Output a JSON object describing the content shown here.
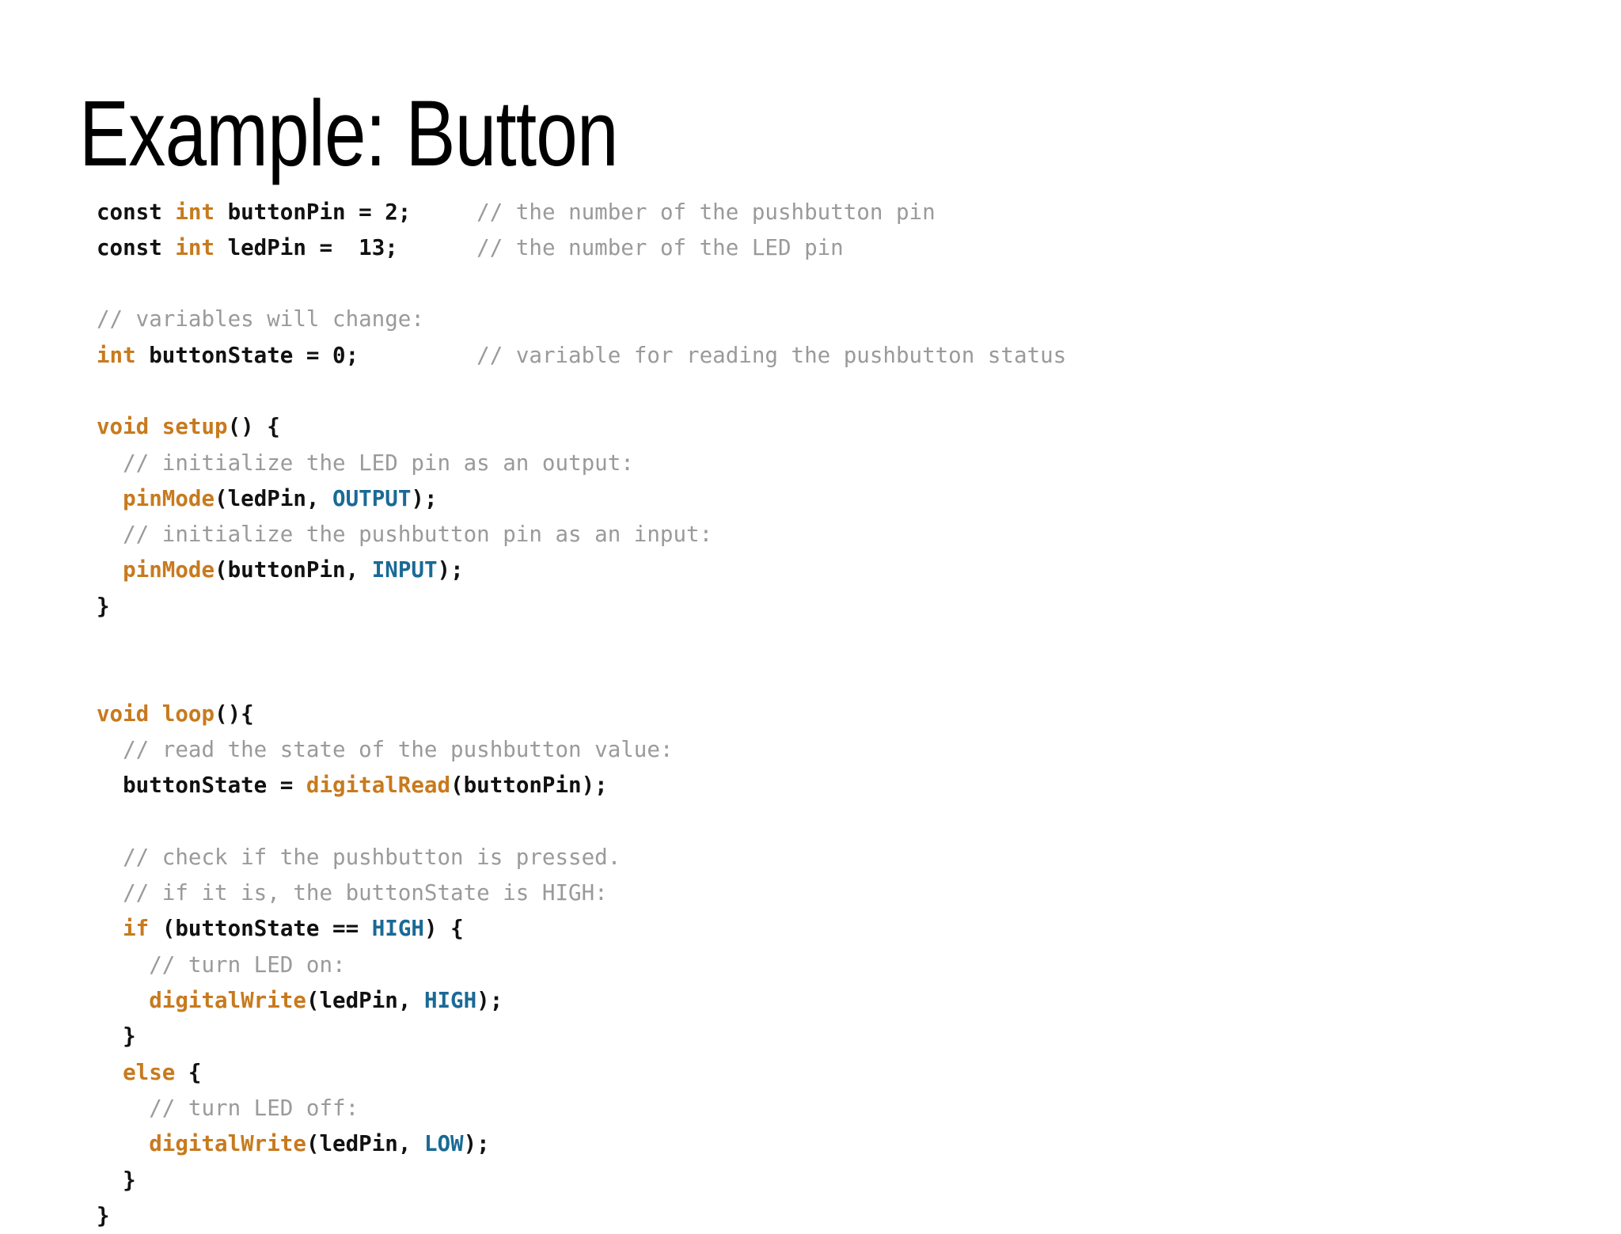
{
  "slide": {
    "title": "Example: Button",
    "colors": {
      "background": "#ffffff",
      "title_text": "#000000",
      "keyword_orange": "#c87a1e",
      "constant_blue": "#1a6a96",
      "comment_gray": "#9a9a9a",
      "code_text": "#111111"
    }
  },
  "code": {
    "language": "arduino",
    "lines": [
      {
        "id": "l1",
        "segments": [
          {
            "t": "plain",
            "s": "const "
          },
          {
            "t": "kw",
            "s": "int"
          },
          {
            "t": "plain",
            "s": " buttonPin = 2;"
          },
          {
            "t": "plain",
            "s": "     "
          },
          {
            "t": "comment",
            "s": "// the number of the pushbutton pin"
          }
        ]
      },
      {
        "id": "l2",
        "segments": [
          {
            "t": "plain",
            "s": "const "
          },
          {
            "t": "kw",
            "s": "int"
          },
          {
            "t": "plain",
            "s": " ledPin =  13;"
          },
          {
            "t": "plain",
            "s": "      "
          },
          {
            "t": "comment",
            "s": "// the number of the LED pin"
          }
        ]
      },
      {
        "id": "l3",
        "segments": []
      },
      {
        "id": "l4",
        "segments": [
          {
            "t": "comment",
            "s": "// variables will change:"
          }
        ]
      },
      {
        "id": "l5",
        "segments": [
          {
            "t": "kw",
            "s": "int"
          },
          {
            "t": "plain",
            "s": " buttonState = 0;"
          },
          {
            "t": "plain",
            "s": "         "
          },
          {
            "t": "comment",
            "s": "// variable for reading the pushbutton status"
          }
        ]
      },
      {
        "id": "l6",
        "segments": []
      },
      {
        "id": "l7",
        "segments": [
          {
            "t": "kw",
            "s": "void "
          },
          {
            "t": "fnname",
            "s": "setup"
          },
          {
            "t": "plain",
            "s": "() {"
          }
        ]
      },
      {
        "id": "l8",
        "segments": [
          {
            "t": "comment",
            "s": "  // initialize the LED pin as an output:"
          }
        ]
      },
      {
        "id": "l9",
        "segments": [
          {
            "t": "plain",
            "s": "  "
          },
          {
            "t": "fn",
            "s": "pinMode"
          },
          {
            "t": "plain",
            "s": "(ledPin, "
          },
          {
            "t": "const",
            "s": "OUTPUT"
          },
          {
            "t": "plain",
            "s": ");"
          }
        ]
      },
      {
        "id": "l10",
        "segments": [
          {
            "t": "comment",
            "s": "  // initialize the pushbutton pin as an input:"
          }
        ]
      },
      {
        "id": "l11",
        "segments": [
          {
            "t": "plain",
            "s": "  "
          },
          {
            "t": "fn",
            "s": "pinMode"
          },
          {
            "t": "plain",
            "s": "(buttonPin, "
          },
          {
            "t": "const",
            "s": "INPUT"
          },
          {
            "t": "plain",
            "s": ");"
          }
        ]
      },
      {
        "id": "l12",
        "segments": [
          {
            "t": "plain",
            "s": "}"
          }
        ]
      },
      {
        "id": "l13",
        "segments": []
      },
      {
        "id": "l14",
        "segments": []
      },
      {
        "id": "l15",
        "segments": [
          {
            "t": "kw",
            "s": "void "
          },
          {
            "t": "fnname",
            "s": "loop"
          },
          {
            "t": "plain",
            "s": "(){"
          }
        ]
      },
      {
        "id": "l16",
        "segments": [
          {
            "t": "comment",
            "s": "  // read the state of the pushbutton value:"
          }
        ]
      },
      {
        "id": "l17",
        "segments": [
          {
            "t": "plain",
            "s": "  buttonState = "
          },
          {
            "t": "fn",
            "s": "digitalRead"
          },
          {
            "t": "plain",
            "s": "(buttonPin);"
          }
        ]
      },
      {
        "id": "l18",
        "segments": []
      },
      {
        "id": "l19",
        "segments": [
          {
            "t": "comment",
            "s": "  // check if the pushbutton is pressed."
          }
        ]
      },
      {
        "id": "l20",
        "segments": [
          {
            "t": "comment",
            "s": "  // if it is, the buttonState is HIGH:"
          }
        ]
      },
      {
        "id": "l21",
        "segments": [
          {
            "t": "plain",
            "s": "  "
          },
          {
            "t": "kw",
            "s": "if"
          },
          {
            "t": "plain",
            "s": " (buttonState == "
          },
          {
            "t": "const",
            "s": "HIGH"
          },
          {
            "t": "plain",
            "s": ") {"
          }
        ]
      },
      {
        "id": "l22",
        "segments": [
          {
            "t": "comment",
            "s": "    // turn LED on:"
          }
        ]
      },
      {
        "id": "l23",
        "segments": [
          {
            "t": "plain",
            "s": "    "
          },
          {
            "t": "fn",
            "s": "digitalWrite"
          },
          {
            "t": "plain",
            "s": "(ledPin, "
          },
          {
            "t": "const",
            "s": "HIGH"
          },
          {
            "t": "plain",
            "s": ");"
          }
        ]
      },
      {
        "id": "l24",
        "segments": [
          {
            "t": "plain",
            "s": "  }"
          }
        ]
      },
      {
        "id": "l25",
        "segments": [
          {
            "t": "plain",
            "s": "  "
          },
          {
            "t": "kw",
            "s": "else"
          },
          {
            "t": "plain",
            "s": " {"
          }
        ]
      },
      {
        "id": "l26",
        "segments": [
          {
            "t": "comment",
            "s": "    // turn LED off:"
          }
        ]
      },
      {
        "id": "l27",
        "segments": [
          {
            "t": "plain",
            "s": "    "
          },
          {
            "t": "fn",
            "s": "digitalWrite"
          },
          {
            "t": "plain",
            "s": "(ledPin, "
          },
          {
            "t": "const",
            "s": "LOW"
          },
          {
            "t": "plain",
            "s": ");"
          }
        ]
      },
      {
        "id": "l28",
        "segments": [
          {
            "t": "plain",
            "s": "  }"
          }
        ]
      },
      {
        "id": "l29",
        "segments": [
          {
            "t": "plain",
            "s": "}"
          }
        ]
      }
    ]
  }
}
